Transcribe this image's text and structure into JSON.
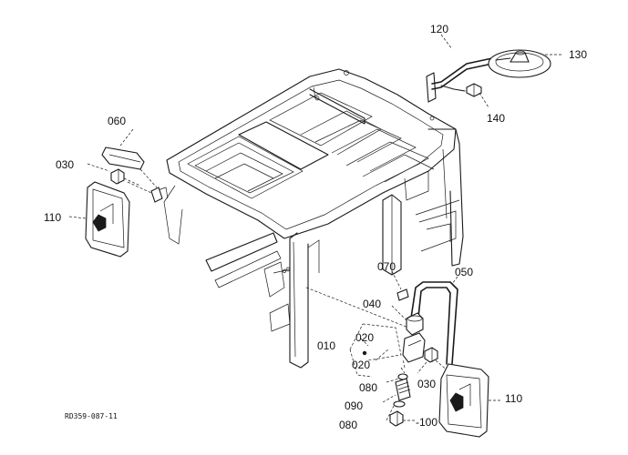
{
  "diagram": {
    "labels": [
      {
        "id": "120",
        "text": "120"
      },
      {
        "id": "130",
        "text": "130"
      },
      {
        "id": "140",
        "text": "140"
      },
      {
        "id": "060",
        "text": "060"
      },
      {
        "id": "030-left",
        "text": "030"
      },
      {
        "id": "110-left",
        "text": "110"
      },
      {
        "id": "070",
        "text": "070"
      },
      {
        "id": "050",
        "text": "050"
      },
      {
        "id": "040",
        "text": "040"
      },
      {
        "id": "020-top",
        "text": "020"
      },
      {
        "id": "010",
        "text": "010"
      },
      {
        "id": "020-bottom",
        "text": "020"
      },
      {
        "id": "080-top",
        "text": "080"
      },
      {
        "id": "090",
        "text": "090"
      },
      {
        "id": "080-bottom",
        "text": "080"
      },
      {
        "id": "030-right",
        "text": "030"
      },
      {
        "id": "110-right",
        "text": "110"
      },
      {
        "id": "100",
        "text": "-100"
      }
    ],
    "reference_code": "RD359-087-11"
  }
}
